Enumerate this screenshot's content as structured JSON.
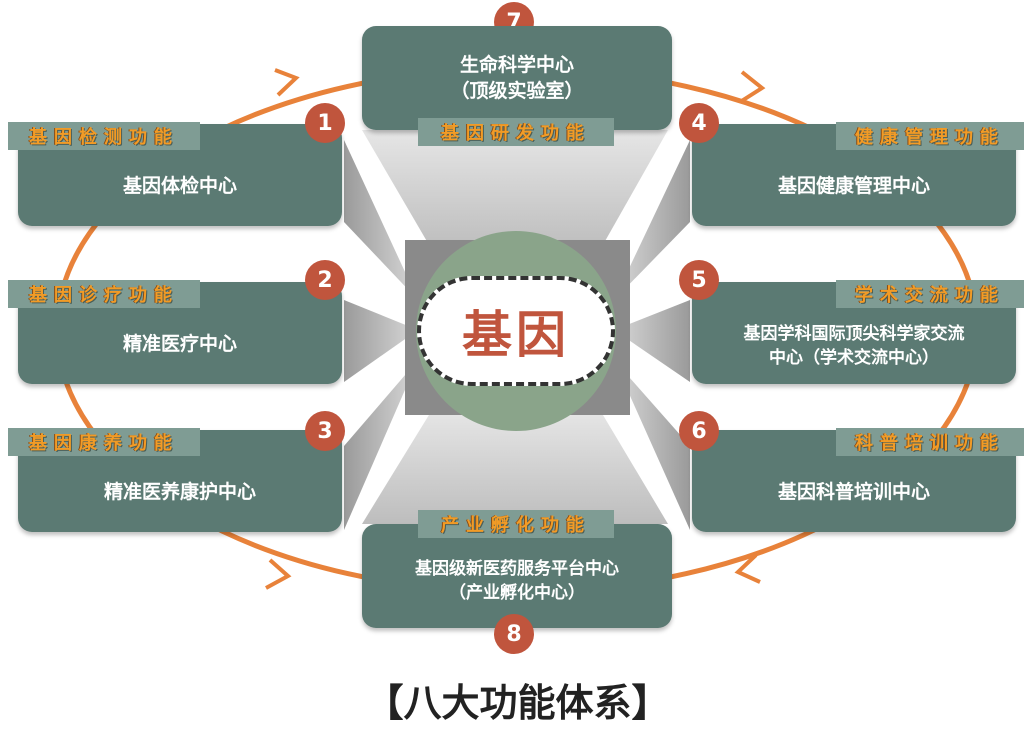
{
  "center": {
    "label": "基因"
  },
  "footer": {
    "title": "【八大功能体系】"
  },
  "colors": {
    "box": "#5b7a73",
    "tag_bg": "#7f9c94",
    "tag_text": "#f29b26",
    "badge": "#c0553d",
    "ring": "#e8823a",
    "core_ring": "#8aa48a"
  },
  "nodes": [
    {
      "num": "1",
      "tag": "基因检测功能",
      "line1": "基因体检中心",
      "line2": ""
    },
    {
      "num": "2",
      "tag": "基因诊疗功能",
      "line1": "精准医疗中心",
      "line2": ""
    },
    {
      "num": "3",
      "tag": "基因康养功能",
      "line1": "精准医养康护中心",
      "line2": ""
    },
    {
      "num": "4",
      "tag": "健康管理功能",
      "line1": "基因健康管理中心",
      "line2": ""
    },
    {
      "num": "5",
      "tag": "学术交流功能",
      "line1": "基因学科国际顶尖科学家交流",
      "line2": "中心（学术交流中心）"
    },
    {
      "num": "6",
      "tag": "科普培训功能",
      "line1": "基因科普培训中心",
      "line2": ""
    },
    {
      "num": "7",
      "tag": "基因研发功能",
      "line1": "生命科学中心",
      "line2": "（顶级实验室）"
    },
    {
      "num": "8",
      "tag": "产业孵化功能",
      "line1": "基因级新医药服务平台中心",
      "line2": "（产业孵化中心）"
    }
  ]
}
